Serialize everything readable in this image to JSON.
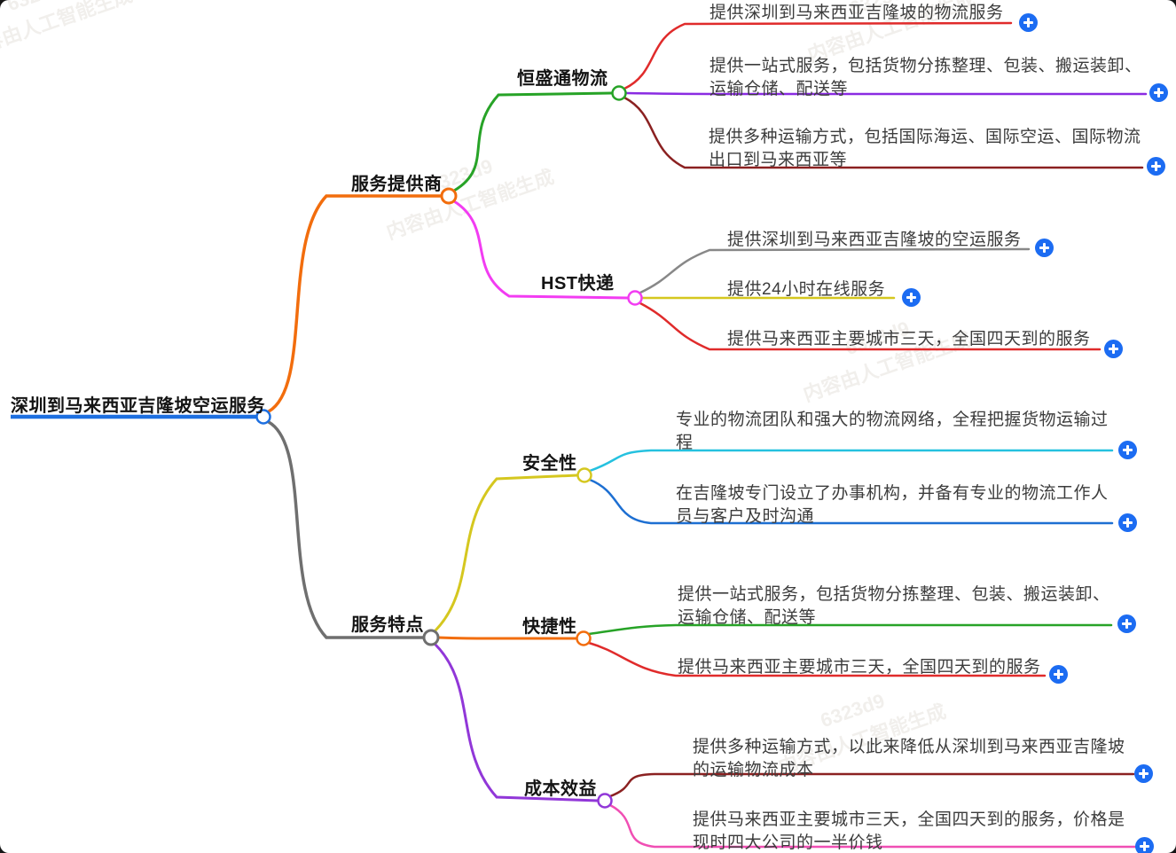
{
  "palette": {
    "blue_root": "#1d6fe0",
    "orange": "#f26d0d",
    "green": "#27a327",
    "magenta": "#f23cf2",
    "gray_dark": "#6f6f6f",
    "gray_light": "#888888",
    "red": "#e02b2b",
    "violet": "#8a2be2",
    "maroon": "#8b2121",
    "yellow": "#d5c71f",
    "cyan": "#25c1df",
    "blue": "#1d6fd2",
    "purple": "#9137d8",
    "pink": "#f04fb4",
    "plus_blue": "#1c6cf2"
  },
  "watermark": {
    "code": "6323d9",
    "text": "内容由人工智能生成"
  },
  "mindmap": {
    "root": {
      "label": "深圳到马来西亚吉隆坡空运服务"
    },
    "branch_providers": {
      "label": "服务提供商",
      "heng": {
        "label": "恒盛通物流",
        "leaf1": {
          "lines": [
            "提供深圳到马来西亚吉隆坡的物流服务"
          ]
        },
        "leaf2": {
          "lines": [
            "提供一站式服务，包括货物分拣整理、包装、搬运装卸、",
            "运输仓储、配送等"
          ]
        },
        "leaf3": {
          "lines": [
            "提供多种运输方式，包括国际海运、国际空运、国际物流",
            "出口到马来西亚等"
          ]
        }
      },
      "hst": {
        "label": "HST快递",
        "leaf1": {
          "lines": [
            "提供深圳到马来西亚吉隆坡的空运服务"
          ]
        },
        "leaf2": {
          "lines": [
            "提供24小时在线服务"
          ]
        },
        "leaf3": {
          "lines": [
            "提供马来西亚主要城市三天，全国四天到的服务"
          ]
        }
      }
    },
    "branch_features": {
      "label": "服务特点",
      "safety": {
        "label": "安全性",
        "leaf1": {
          "lines": [
            "专业的物流团队和强大的物流网络，全程把握货物运输过",
            "程"
          ]
        },
        "leaf2": {
          "lines": [
            "在吉隆坡专门设立了办事机构，并备有专业的物流工作人",
            "员与客户及时沟通"
          ]
        }
      },
      "speed": {
        "label": "快捷性",
        "leaf1": {
          "lines": [
            "提供一站式服务，包括货物分拣整理、包装、搬运装卸、",
            "运输仓储、配送等"
          ]
        },
        "leaf2": {
          "lines": [
            "提供马来西亚主要城市三天，全国四天到的服务"
          ]
        }
      },
      "cost": {
        "label": "成本效益",
        "leaf1": {
          "lines": [
            "提供多种运输方式，以此来降低从深圳到马来西亚吉隆坡",
            "的运输物流成本"
          ]
        },
        "leaf2": {
          "lines": [
            "提供马来西亚主要城市三天，全国四天到的服务，价格是",
            "现时四大公司的一半价钱"
          ]
        }
      }
    }
  }
}
